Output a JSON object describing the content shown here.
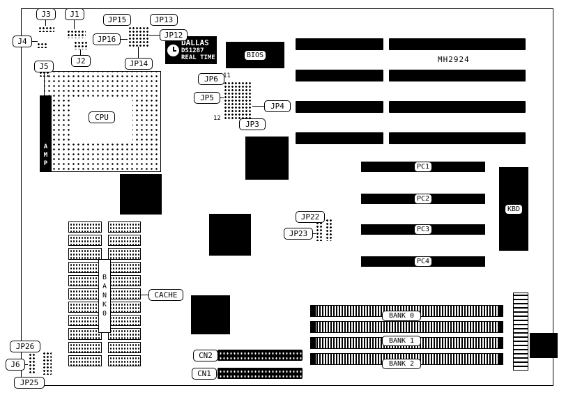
{
  "callouts": {
    "j3": "J3",
    "j1": "J1",
    "jp15": "JP15",
    "jp13": "JP13",
    "j4": "J4",
    "jp16": "JP16",
    "jp12": "JP12",
    "j5": "J5",
    "j2": "J2",
    "jp14": "JP14",
    "cpu": "CPU",
    "jp6": "JP6",
    "jp5": "JP5",
    "jp4": "JP4",
    "jp3": "JP3",
    "jp22": "JP22",
    "jp23": "JP23",
    "cache": "CACHE",
    "cn2": "CN2",
    "cn1": "CN1",
    "jp26": "JP26",
    "j6": "J6",
    "jp25": "JP25"
  },
  "chips": {
    "dallas_line1": "DALLAS",
    "dallas_line2": "DS1287",
    "dallas_line3": "REAL TIME",
    "bios": "BIOS",
    "amp_vertical": "AMP",
    "kbd": "KBD",
    "part_number": "MH2924",
    "bank0_vertical": "BANK0"
  },
  "slots": {
    "pc": [
      "PC1",
      "PC2",
      "PC3",
      "PC4"
    ],
    "memory_banks": [
      "BANK 0",
      "BANK 1",
      "BANK 2"
    ]
  },
  "pin_numbers": {
    "n11": "11",
    "n12": "12"
  }
}
